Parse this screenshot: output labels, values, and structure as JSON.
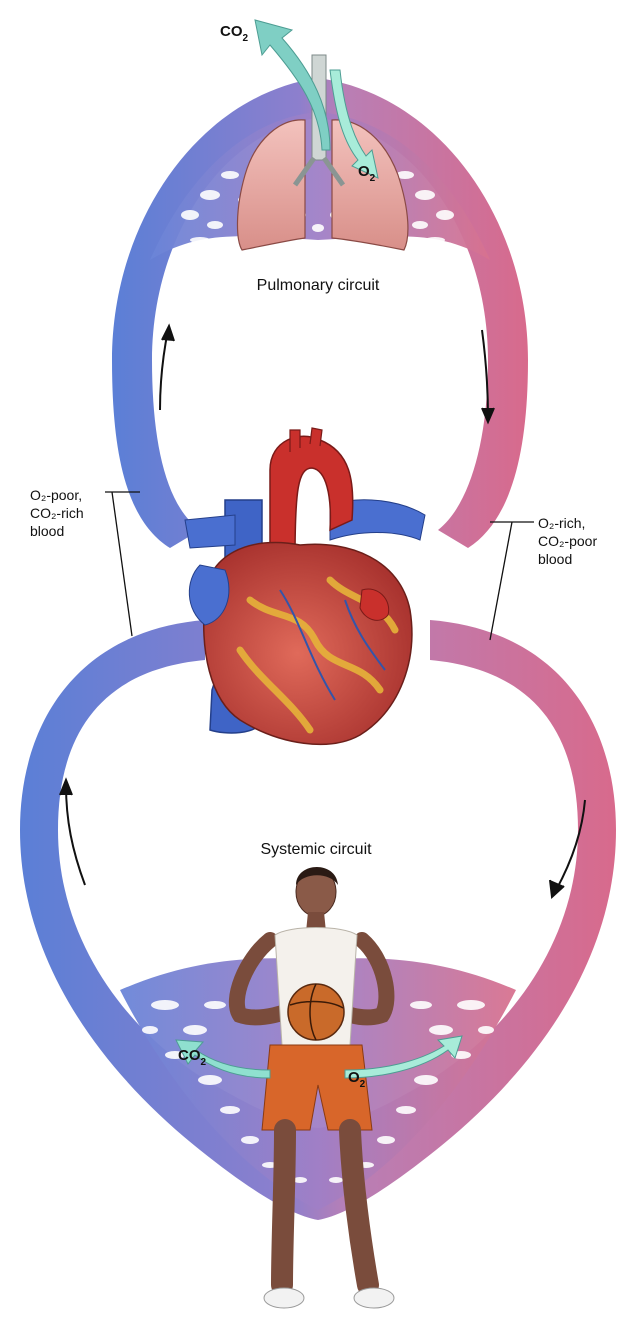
{
  "pulmonary_label": "Pulmonary circuit",
  "systemic_label": "Systemic circuit",
  "lungs": {
    "co2": "CO",
    "o2": "O",
    "subscript": "2"
  },
  "left_annotation": {
    "line1": "O₂-poor,",
    "line2": "CO₂-rich",
    "line3": "blood"
  },
  "right_annotation": {
    "line1": "O₂-rich,",
    "line2": "CO₂-poor",
    "line3": "blood"
  },
  "tissues": {
    "co2": "CO",
    "o2": "O",
    "subscript": "2"
  },
  "colors": {
    "o2_poor": "#5b7fd6",
    "o2_rich": "#d86a8c",
    "mixed": "#a27fc4",
    "gas_arrow": "#8fe0cf"
  }
}
